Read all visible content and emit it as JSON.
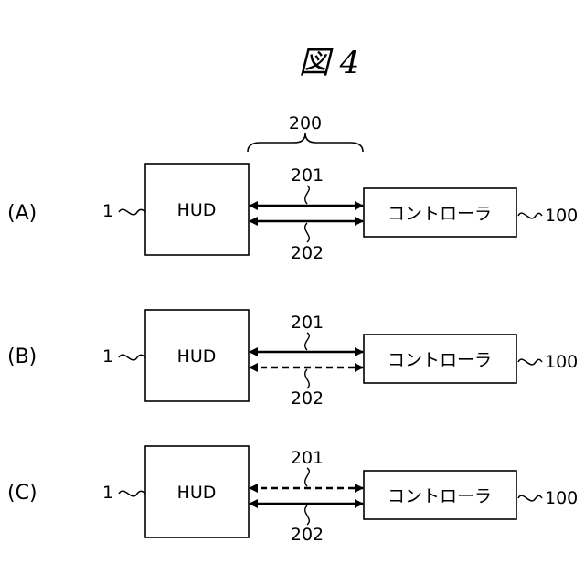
{
  "figure": {
    "title": "図 4",
    "bus_label": "200"
  },
  "rows": [
    {
      "label": "(A)",
      "hud_ref": "1",
      "hud_label": "HUD",
      "controller_label": "コントローラ",
      "controller_ref": "100",
      "line_201_label": "201",
      "line_202_label": "202",
      "line_201_style": "solid",
      "line_202_style": "solid"
    },
    {
      "label": "(B)",
      "hud_ref": "1",
      "hud_label": "HUD",
      "controller_label": "コントローラ",
      "controller_ref": "100",
      "line_201_label": "201",
      "line_202_label": "202",
      "line_201_style": "solid",
      "line_202_style": "dashed"
    },
    {
      "label": "(C)",
      "hud_ref": "1",
      "hud_label": "HUD",
      "controller_label": "コントローラ",
      "controller_ref": "100",
      "line_201_label": "201",
      "line_202_label": "202",
      "line_201_style": "dashed",
      "line_202_style": "solid"
    }
  ]
}
